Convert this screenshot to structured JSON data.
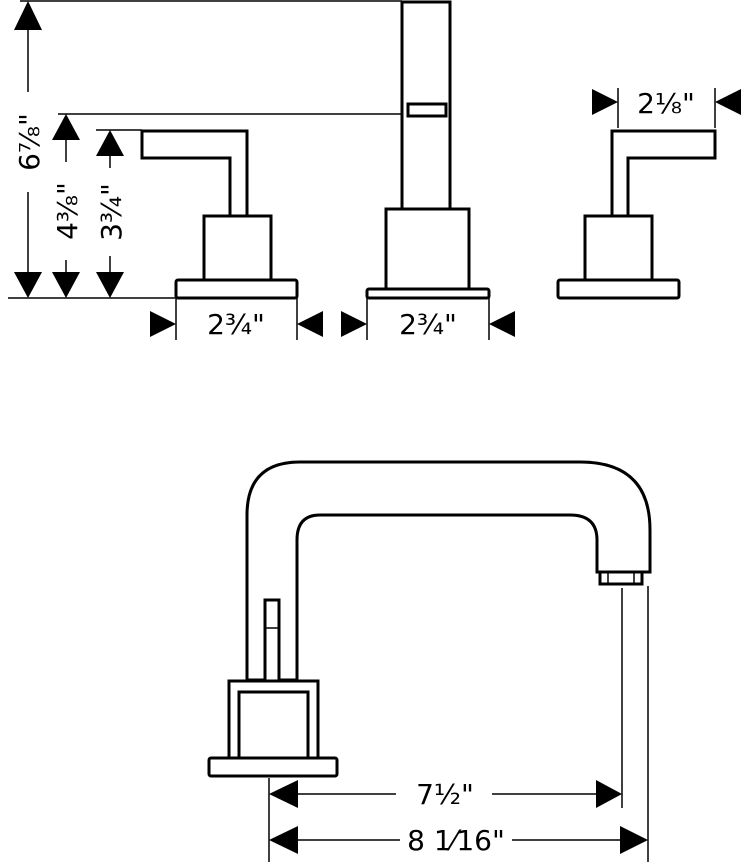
{
  "front_view": {
    "dimensions": {
      "overall_height": "6⅞\"",
      "spout_outlet_height": "4⅜\"",
      "handle_height": "3¾\"",
      "handle_base_width": "2¾\"",
      "spout_base_width": "2¾\"",
      "handle_lever_width": "2⅛\""
    }
  },
  "side_view": {
    "dimensions": {
      "spout_reach": "7½\"",
      "overall_depth": "8 1⁄16\""
    }
  },
  "colors": {
    "line": "#000000",
    "background": "#ffffff"
  }
}
